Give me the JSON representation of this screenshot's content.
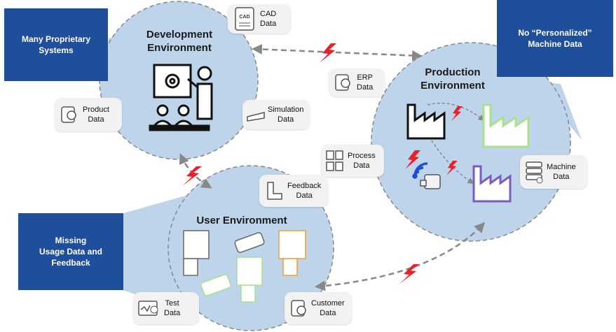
{
  "callouts": {
    "proprietary": "Many Proprietary\nSystems",
    "personalized": "No “Personalized”\nMachine Data",
    "missing": "Missing\nUsage Data and\nFeedback"
  },
  "environments": {
    "development": "Development\nEnvironment",
    "production": "Production\nEnvironment",
    "user": "User Environment"
  },
  "data_items": {
    "cad": "CAD\nData",
    "cad_icon_text": "CAD",
    "erp": "ERP\nData",
    "product": "Product\nData",
    "simulation": "Simulation\nData",
    "process": "Process\nData",
    "machine": "Machine\nData",
    "feedback": "Feedback\nData",
    "test": "Test\nData",
    "customer": "Customer\nData"
  },
  "icons": [
    "cad-file-icon",
    "erp-icon",
    "product-icon",
    "simulation-icon",
    "process-icon",
    "machine-server-icon",
    "feedback-icon",
    "test-icon",
    "customer-icon",
    "presenter-icon",
    "factory-icon",
    "wireless-icon",
    "lightning-icon",
    "product-device-icon"
  ],
  "colors": {
    "callout": "#1f4e9a",
    "circle_fill": "#bdd4ea",
    "lightning": "#e8202a",
    "factory_green": "#a6e28a",
    "factory_purple": "#7b5bc0",
    "wireless_blue": "#1f4fd6",
    "device_orange": "#f0a030",
    "device_green": "#a6e28a"
  }
}
